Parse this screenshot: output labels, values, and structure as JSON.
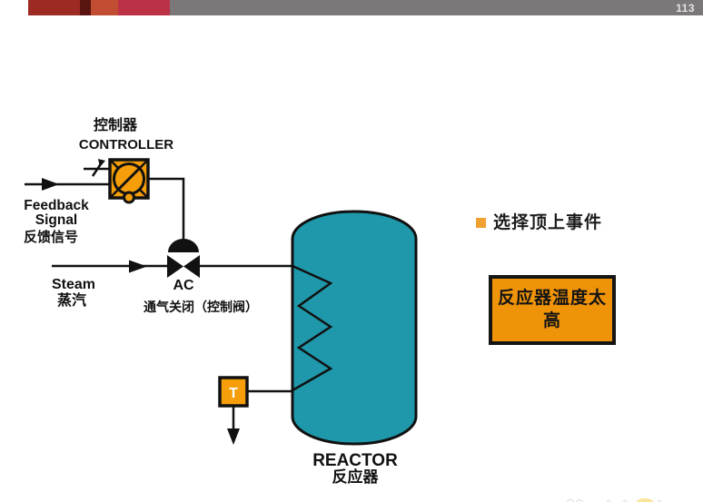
{
  "header": {
    "page_number": "113",
    "accent_blocks": [
      "#9D2B23",
      "#5A140F",
      "#C14E33",
      "#BC3146"
    ],
    "bar_color": "#7C787A"
  },
  "diagram": {
    "controller": {
      "title_cn": "控制器",
      "title_en": "CONTROLLER"
    },
    "feedback_signal": {
      "line1": "Feedback",
      "line2": "Signal",
      "cn": "反馈信号"
    },
    "steam": {
      "en": "Steam",
      "cn": "蒸汽"
    },
    "control_valve": {
      "code": "AC",
      "caption_cn": "通气关闭（控制阀）"
    },
    "temperature_sensor": {
      "label": "T"
    },
    "reactor": {
      "en": "REACTOR",
      "cn": "反应器"
    }
  },
  "sidebar": {
    "bullet_label": "选择顶上事件",
    "top_event": {
      "line1": "反应器温度太",
      "line2": "高"
    }
  },
  "colors": {
    "reactor_teal": "#1E98AA",
    "instrument_orange": "#F59E0A",
    "top_event_orange": "#EF9309",
    "bullet_orange": "#F0A030",
    "line_black": "#111111",
    "header_gray": "#7C787A"
  }
}
